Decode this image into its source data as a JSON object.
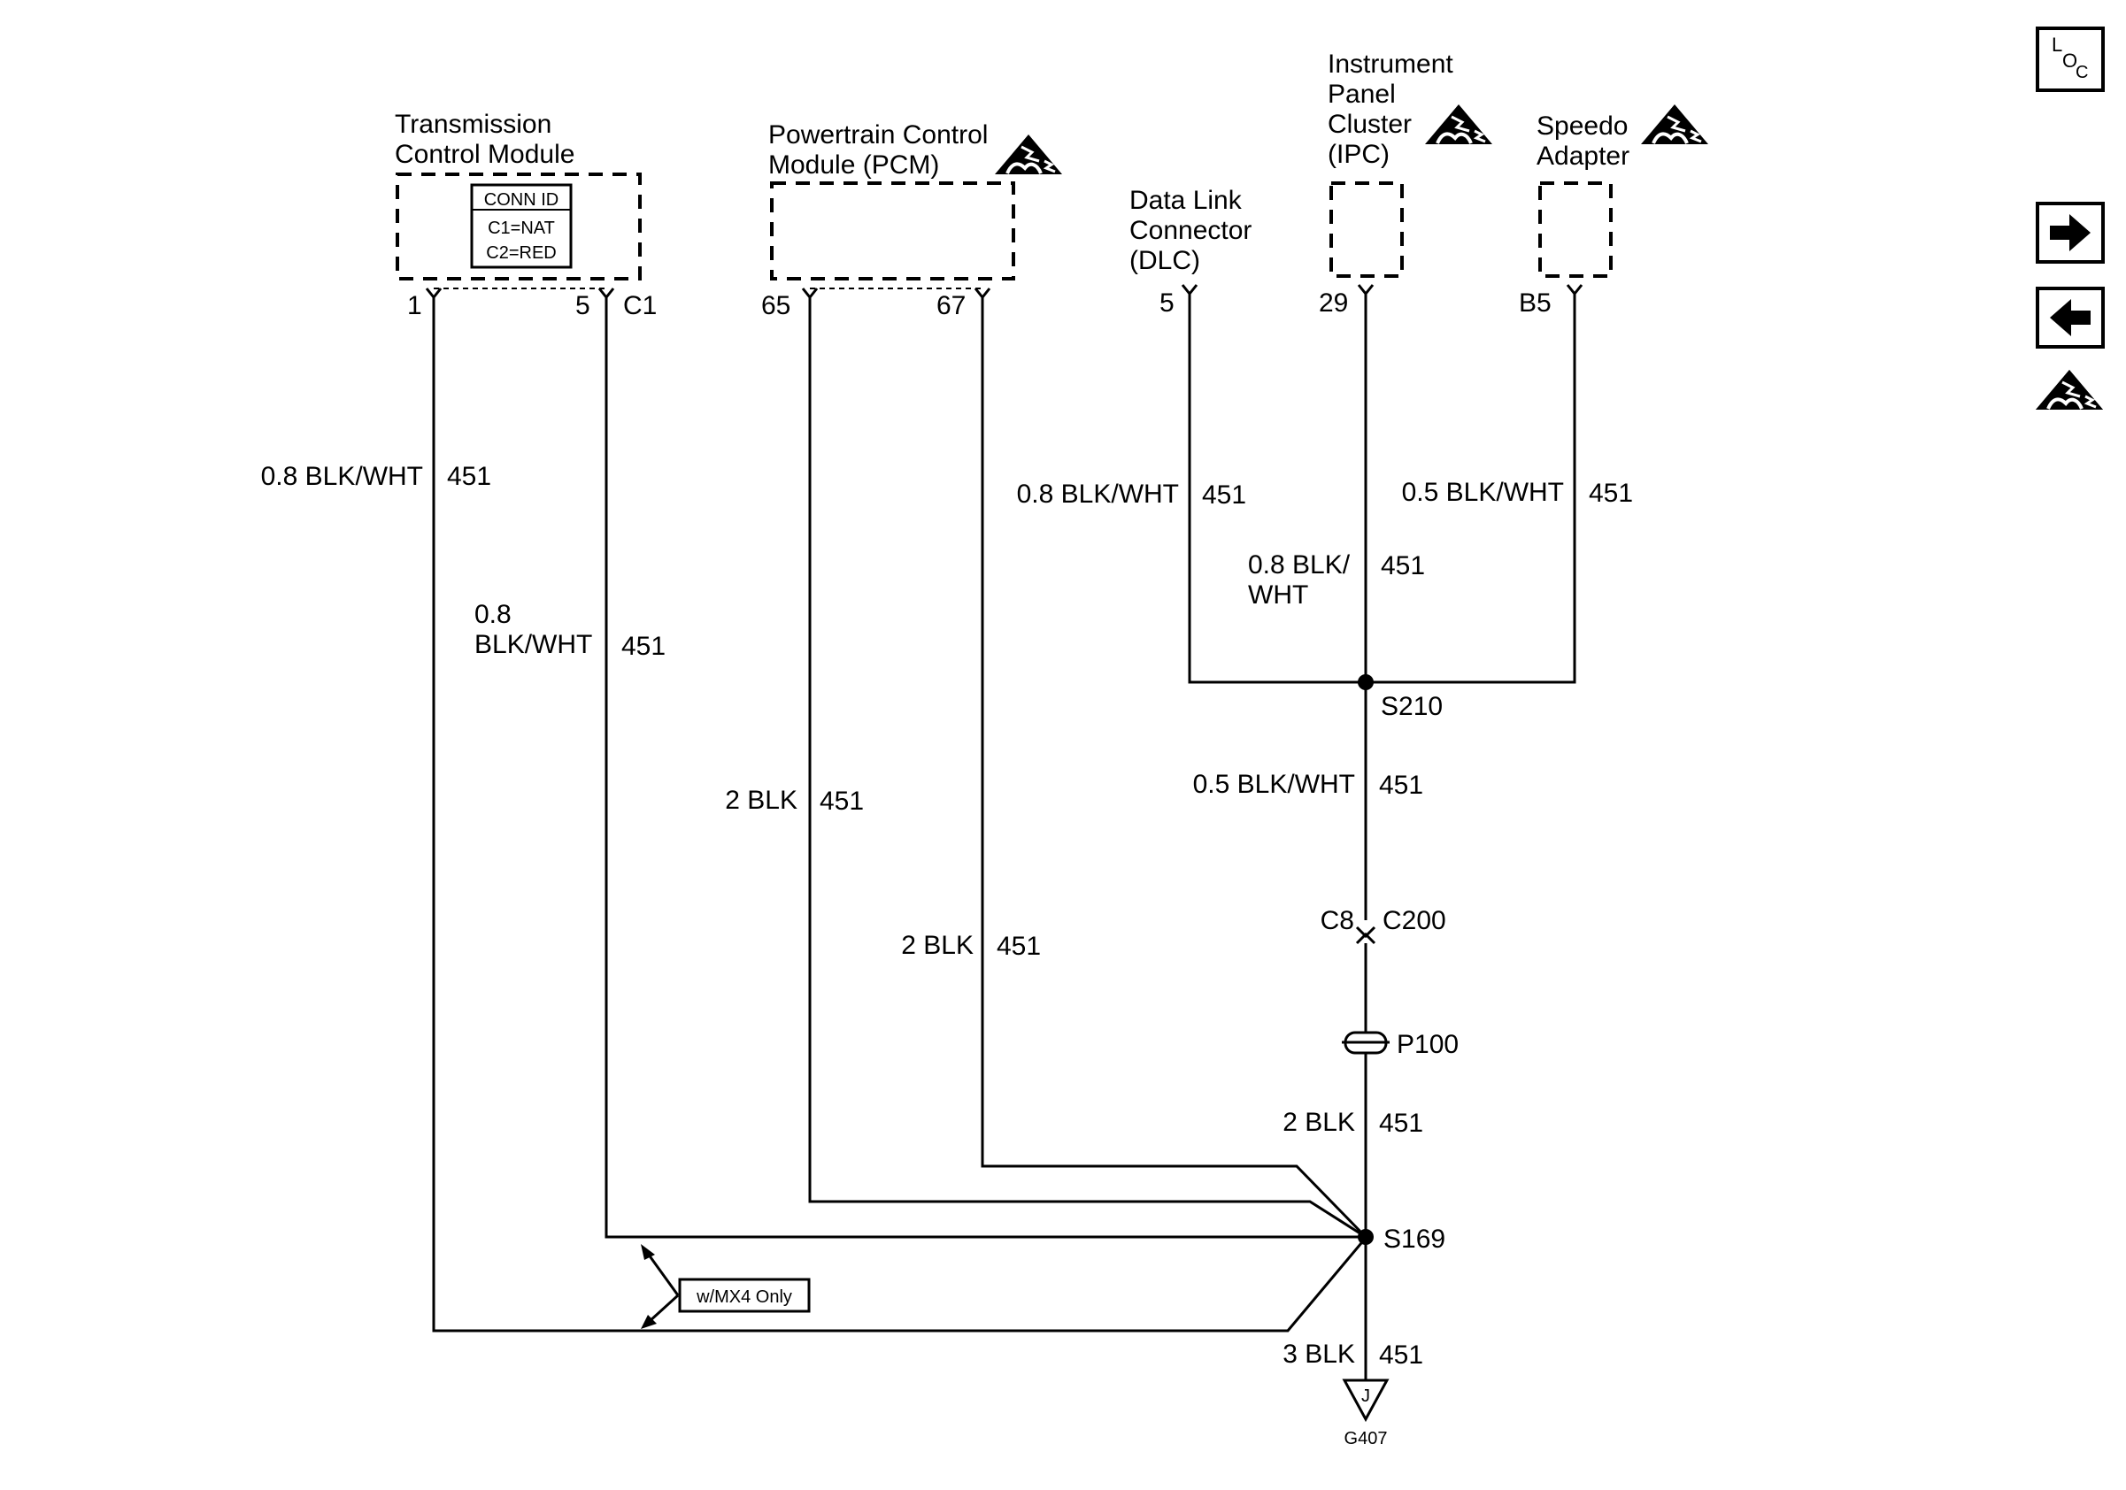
{
  "components": {
    "tcm": {
      "title_line1": "Transmission",
      "title_line2": "Control Module",
      "conn_id_title": "CONN ID",
      "conn_id_c1": "C1=NAT",
      "conn_id_c2": "C2=RED",
      "pin_a": "1",
      "pin_b": "5",
      "connector": "C1"
    },
    "pcm": {
      "title_line1": "Powertrain Control",
      "title_line2": "Module (PCM)",
      "pin_a": "65",
      "pin_b": "67"
    },
    "dlc": {
      "title_line1": "Data Link",
      "title_line2": "Connector",
      "title_line3": "(DLC)",
      "pin": "5"
    },
    "ipc": {
      "title_line1": "Instrument",
      "title_line2": "Panel",
      "title_line3": "Cluster",
      "title_line4": "(IPC)",
      "pin": "29"
    },
    "speedo": {
      "title_line1": "Speedo",
      "title_line2": "Adapter",
      "pin": "B5"
    }
  },
  "wires": {
    "tcm_pin1": {
      "size": "0.8 BLK/WHT",
      "circuit": "451"
    },
    "tcm_pin5": {
      "size_line1": "0.8",
      "size_line2": "BLK/WHT",
      "circuit": "451"
    },
    "pcm_pin65": {
      "size": "2 BLK",
      "circuit": "451"
    },
    "pcm_pin67": {
      "size": "2 BLK",
      "circuit": "451"
    },
    "dlc_pin5": {
      "size": "0.8 BLK/WHT",
      "circuit": "451"
    },
    "ipc_pin29": {
      "size_line1": "0.8 BLK/",
      "size_line2": "WHT",
      "circuit": "451"
    },
    "speedo_b5": {
      "size": "0.5 BLK/WHT",
      "circuit": "451"
    },
    "s210_to_c200": {
      "size": "0.5 BLK/WHT",
      "circuit": "451"
    },
    "p100_to_s169": {
      "size": "2 BLK",
      "circuit": "451"
    },
    "s169_to_ground": {
      "size": "3 BLK",
      "circuit": "451"
    }
  },
  "splices": {
    "s210": "S210",
    "s169": "S169"
  },
  "inline_connector": {
    "pin": "C8",
    "name": "C200"
  },
  "pass_through": "P100",
  "option_note": "w/MX4 Only",
  "ground": {
    "letter": "J",
    "name": "G407"
  },
  "side_nav": {
    "loc_l": "L",
    "loc_o": "O",
    "loc_c": "C"
  },
  "colors": {
    "ink": "#000000",
    "paper": "#ffffff"
  }
}
